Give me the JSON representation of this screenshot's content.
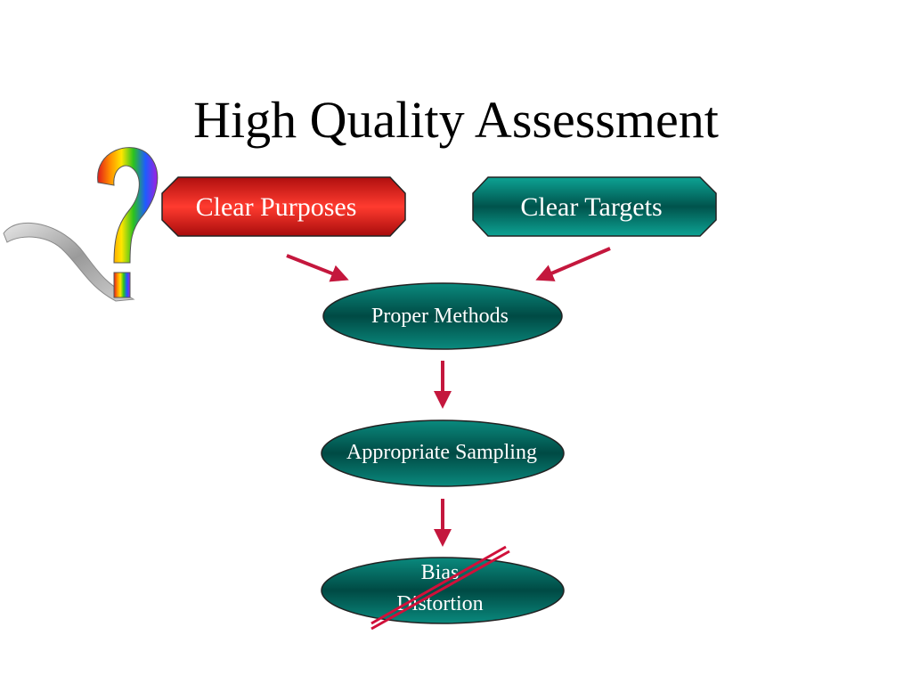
{
  "slide": {
    "title": "High Quality Assessment"
  },
  "nodes": {
    "clear_purposes": "Clear Purposes",
    "clear_targets": "Clear Targets",
    "proper_methods": "Proper Methods",
    "appropriate_sampling": "Appropriate Sampling",
    "bias": "Bias",
    "distortion": "Distortion"
  },
  "decorations": {
    "question_mark_icon": "rainbow-question-mark-icon",
    "swoosh_icon": "gray-swoosh-icon",
    "strike_icon": "red-strike-through-icon"
  },
  "colors": {
    "red_box": "#d81d1d",
    "teal_node": "#0b8f82",
    "teal_dark": "#004d46",
    "arrow": "#c4173d",
    "strike": "#d0103a"
  }
}
